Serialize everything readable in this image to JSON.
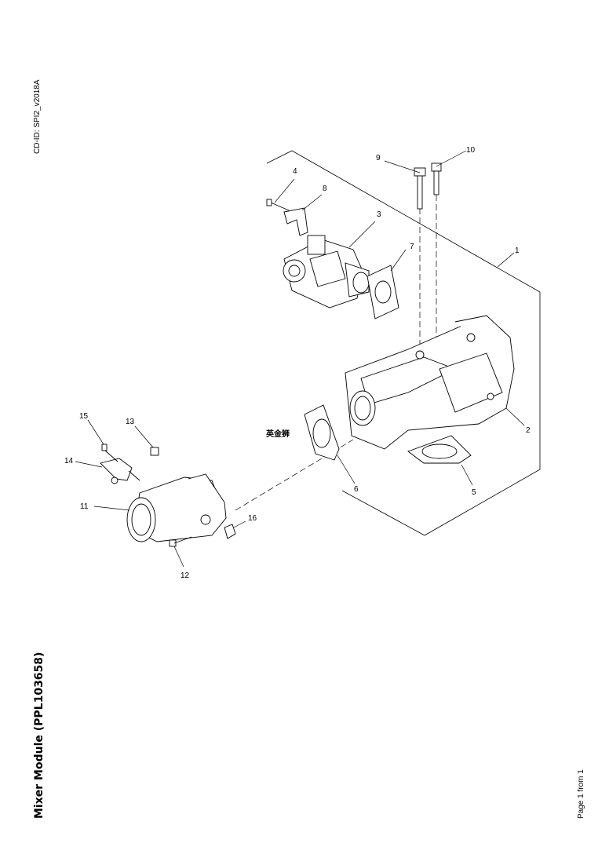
{
  "header": {
    "cd_id": "CD-ID: SPI2_v2018A"
  },
  "footer": {
    "title": "Mixer Module (PPL103658)",
    "page": "Page 1 from 1"
  },
  "watermark": {
    "text": "英金狮",
    "color": "#2f5fb5"
  },
  "callouts": [
    "1",
    "2",
    "3",
    "4",
    "5",
    "6",
    "7",
    "8",
    "9",
    "10",
    "11",
    "12",
    "13",
    "14",
    "15",
    "16"
  ],
  "colors": {
    "line": "#000000",
    "background": "#ffffff"
  }
}
